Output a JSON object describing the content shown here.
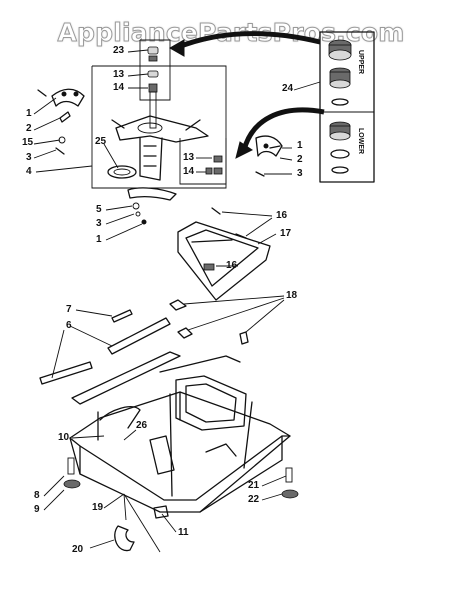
{
  "watermark": "AppliancePartsPros.com",
  "callouts": {
    "c23": "23",
    "c13a": "13",
    "c14a": "14",
    "c1a": "1",
    "c2a": "2",
    "c15": "15",
    "c3a": "3",
    "c4": "4",
    "c25": "25",
    "c13b": "13",
    "c14b": "14",
    "c24": "24",
    "c1b": "1",
    "c2b": "2",
    "c3b": "3",
    "c5": "5",
    "c3c": "3",
    "c1c": "1",
    "c16a": "16",
    "c17": "17",
    "c16b": "16",
    "c7": "7",
    "c6": "6",
    "c18": "18",
    "c10": "10",
    "c26": "26",
    "c8": "8",
    "c9": "9",
    "c19": "19",
    "c20": "20",
    "c11": "11",
    "c21": "21",
    "c22": "22"
  },
  "kit_labels": {
    "upper": "UPPER",
    "lower": "LOWER"
  }
}
